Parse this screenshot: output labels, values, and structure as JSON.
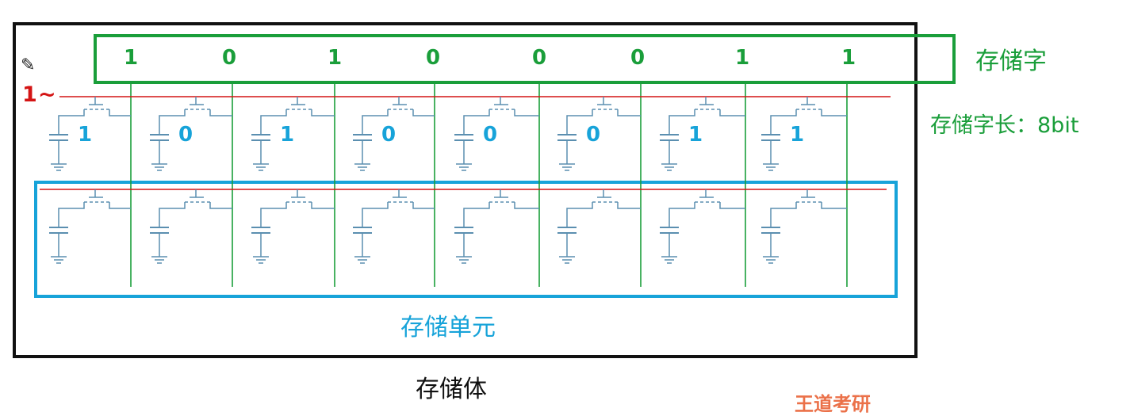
{
  "stored_word_bits": [
    "1",
    "0",
    "1",
    "0",
    "0",
    "0",
    "1",
    "1"
  ],
  "row1_cell_bits": [
    "1",
    "0",
    "1",
    "0",
    "0",
    "0",
    "1",
    "1"
  ],
  "word_select_value": "1",
  "labels": {
    "storage_word": "存储字",
    "word_length": "存储字长：8bit",
    "storage_cell": "存储单元",
    "storage_body": "存储体",
    "watermark": "王道考研"
  },
  "colors": {
    "green": "#1a9e3a",
    "blue": "#17a3d9",
    "red": "#d41414",
    "wire": "#5b8fb0",
    "frame": "#111111"
  },
  "icons": {
    "annotation_tool": "pencil-icon"
  }
}
